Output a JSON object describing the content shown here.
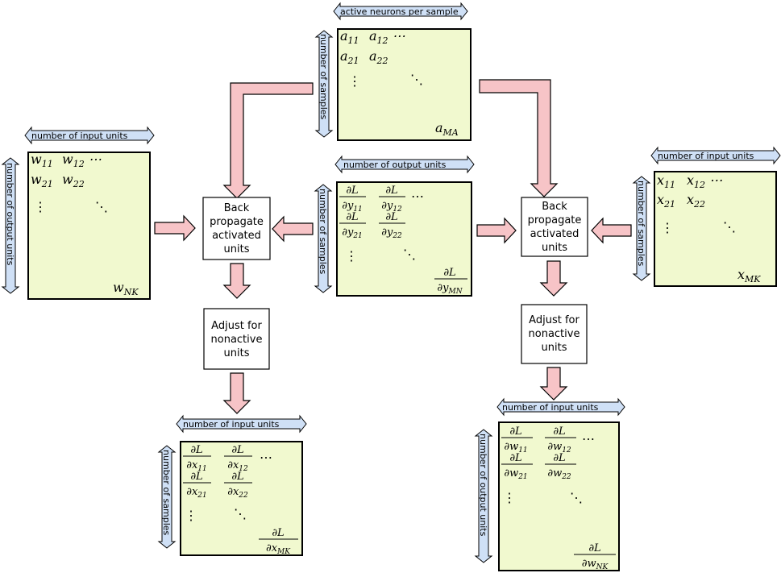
{
  "labels": {
    "active_neurons": "active neurons per sample",
    "number_of_samples": "number of samples",
    "number_of_input_units": "number of input units",
    "number_of_output_units": "number of output units"
  },
  "boxes": {
    "backprop_left": [
      "Back",
      "propagate",
      "activated",
      "units"
    ],
    "backprop_right": [
      "Back",
      "propagate",
      "activated",
      "units"
    ],
    "adjust_left": [
      "Adjust for",
      "nonactive",
      "units"
    ],
    "adjust_right": [
      "Adjust for",
      "nonactive",
      "units"
    ]
  },
  "matrices": {
    "A": {
      "sym": "a",
      "r1c1": "11",
      "r1c2": "12",
      "r2c1": "21",
      "r2c2": "22",
      "corner": "MA"
    },
    "W": {
      "sym": "w",
      "r1c1": "11",
      "r1c2": "12",
      "r2c1": "21",
      "r2c2": "22",
      "corner": "NK"
    },
    "X": {
      "sym": "x",
      "r1c1": "11",
      "r1c2": "12",
      "r2c1": "21",
      "r2c2": "22",
      "corner": "MK"
    },
    "dY": {
      "num": "∂L",
      "den": "∂y",
      "r1c1": "11",
      "r1c2": "12",
      "r2c1": "21",
      "r2c2": "22",
      "corner": "MN"
    },
    "dX": {
      "num": "∂L",
      "den": "∂x",
      "r1c1": "11",
      "r1c2": "12",
      "r2c1": "21",
      "r2c2": "22",
      "corner": "MK"
    },
    "dW": {
      "num": "∂L",
      "den": "∂w",
      "r1c1": "11",
      "r1c2": "12",
      "r2c1": "21",
      "r2c2": "22",
      "corner": "NK"
    }
  }
}
